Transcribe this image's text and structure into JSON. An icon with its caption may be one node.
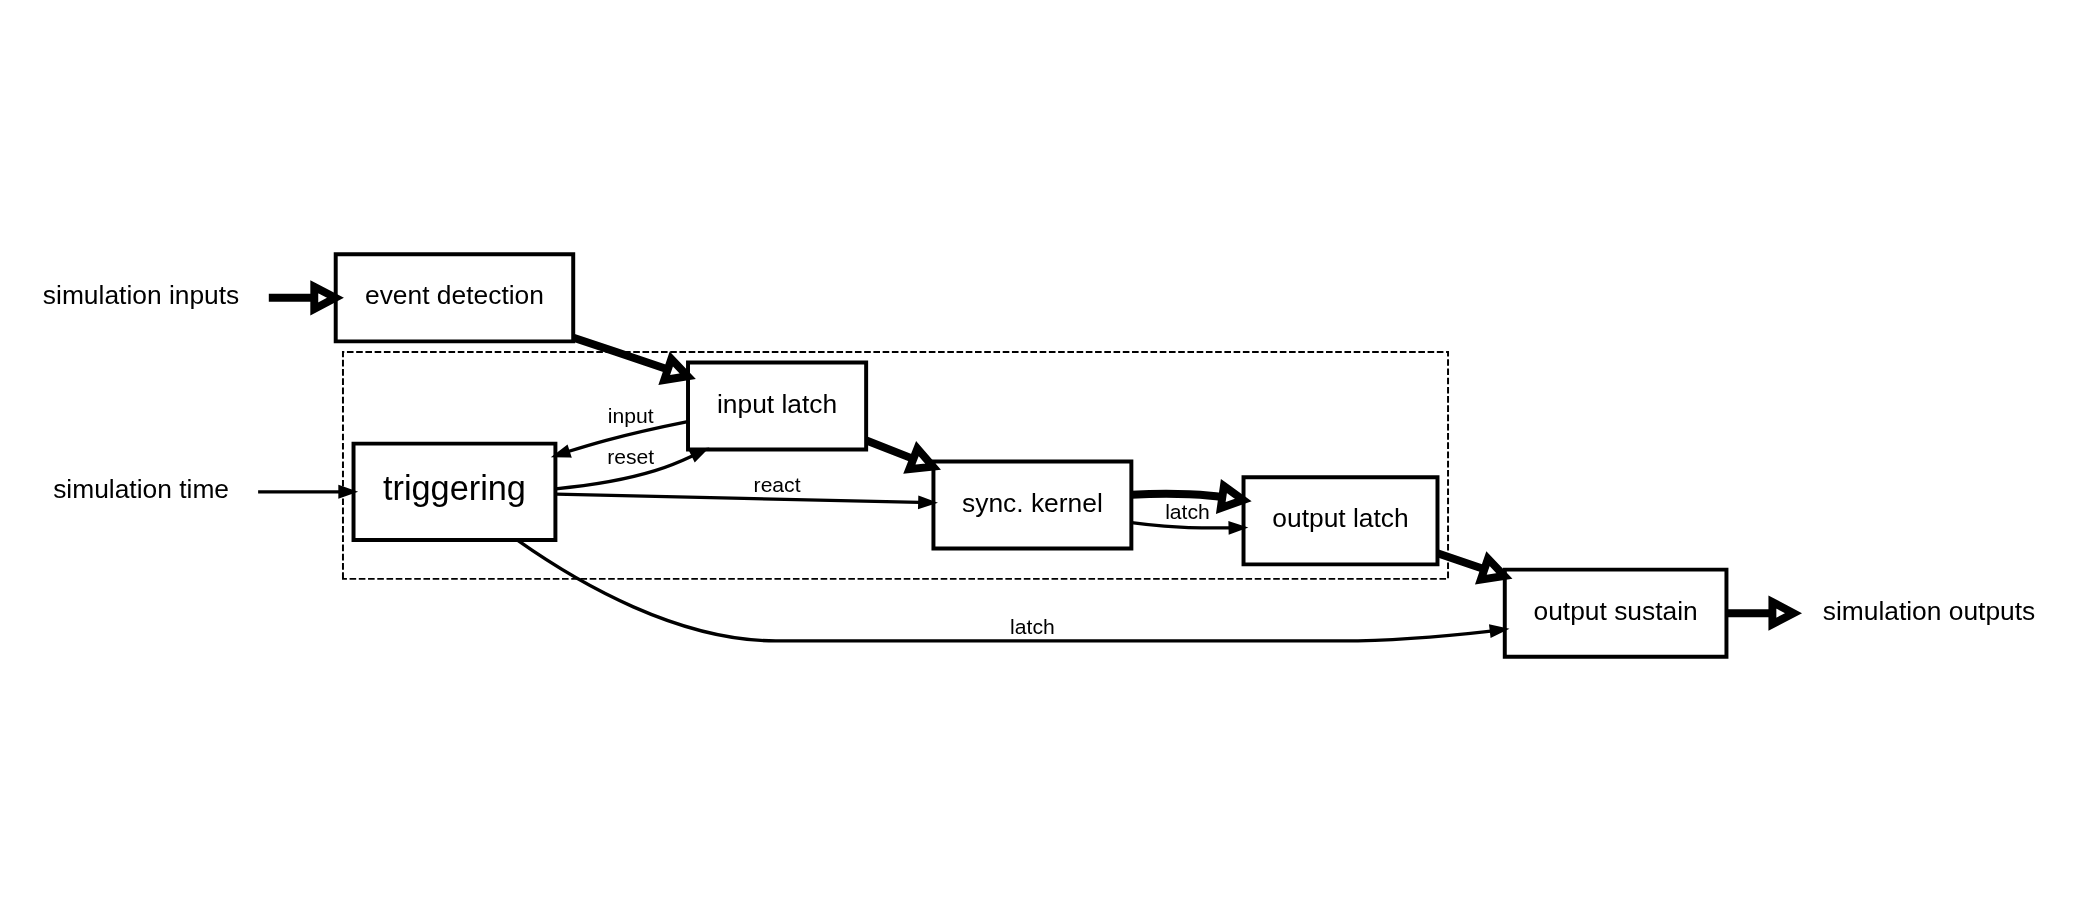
{
  "diagram": {
    "nodes": [
      {
        "text": [],
        "shape": "box"
      },
      {
        "text": [
          "triggering"
        ],
        "in": 0
      },
      {
        "text": [
          "event detection"
        ]
      },
      {
        "text": [
          "input latch"
        ],
        "in": 0
      },
      {
        "text": [
          "sync. kernel"
        ],
        "in": 0
      },
      {
        "text": [
          "output latch"
        ],
        "in": 0
      },
      {
        "text": [
          "output sustain"
        ]
      },
      {
        "text": [
          "simulation time"
        ]
      },
      {
        "text": [
          "simulation inputs"
        ]
      },
      {
        "text": [
          "simulation outputs"
        ]
      }
    ],
    "edges": [
      {
        "from": 7,
        "to": 1,
        "arrow": "to"
      },
      {
        "from": 1,
        "to": 3,
        "arrow": "to",
        "label": "reset"
      },
      {
        "from": 3,
        "to": 1,
        "arrow": "to",
        "label": "input"
      },
      {
        "from": 1,
        "to": 4,
        "arrow": "to",
        "label": "react"
      },
      {
        "from": 1,
        "to": 6,
        "arrow": "to",
        "label": "latch"
      },
      {
        "from": 4,
        "to": 5,
        "arrow": "to",
        "label": "latch"
      },
      {
        "from": 8,
        "to": 2,
        "arrow": "to",
        "style": "thick"
      },
      {
        "from": 2,
        "to": 3,
        "arrow": "to",
        "style": "thick"
      },
      {
        "from": 3,
        "to": 4,
        "arrow": "to",
        "style": "thick"
      },
      {
        "from": 4,
        "to": 5,
        "arrow": "to",
        "style": "thick"
      },
      {
        "from": 5,
        "to": 6,
        "arrow": "to",
        "style": "thick"
      },
      {
        "from": 6,
        "to": 9,
        "arrow": "to",
        "style": "thick"
      }
    ]
  }
}
